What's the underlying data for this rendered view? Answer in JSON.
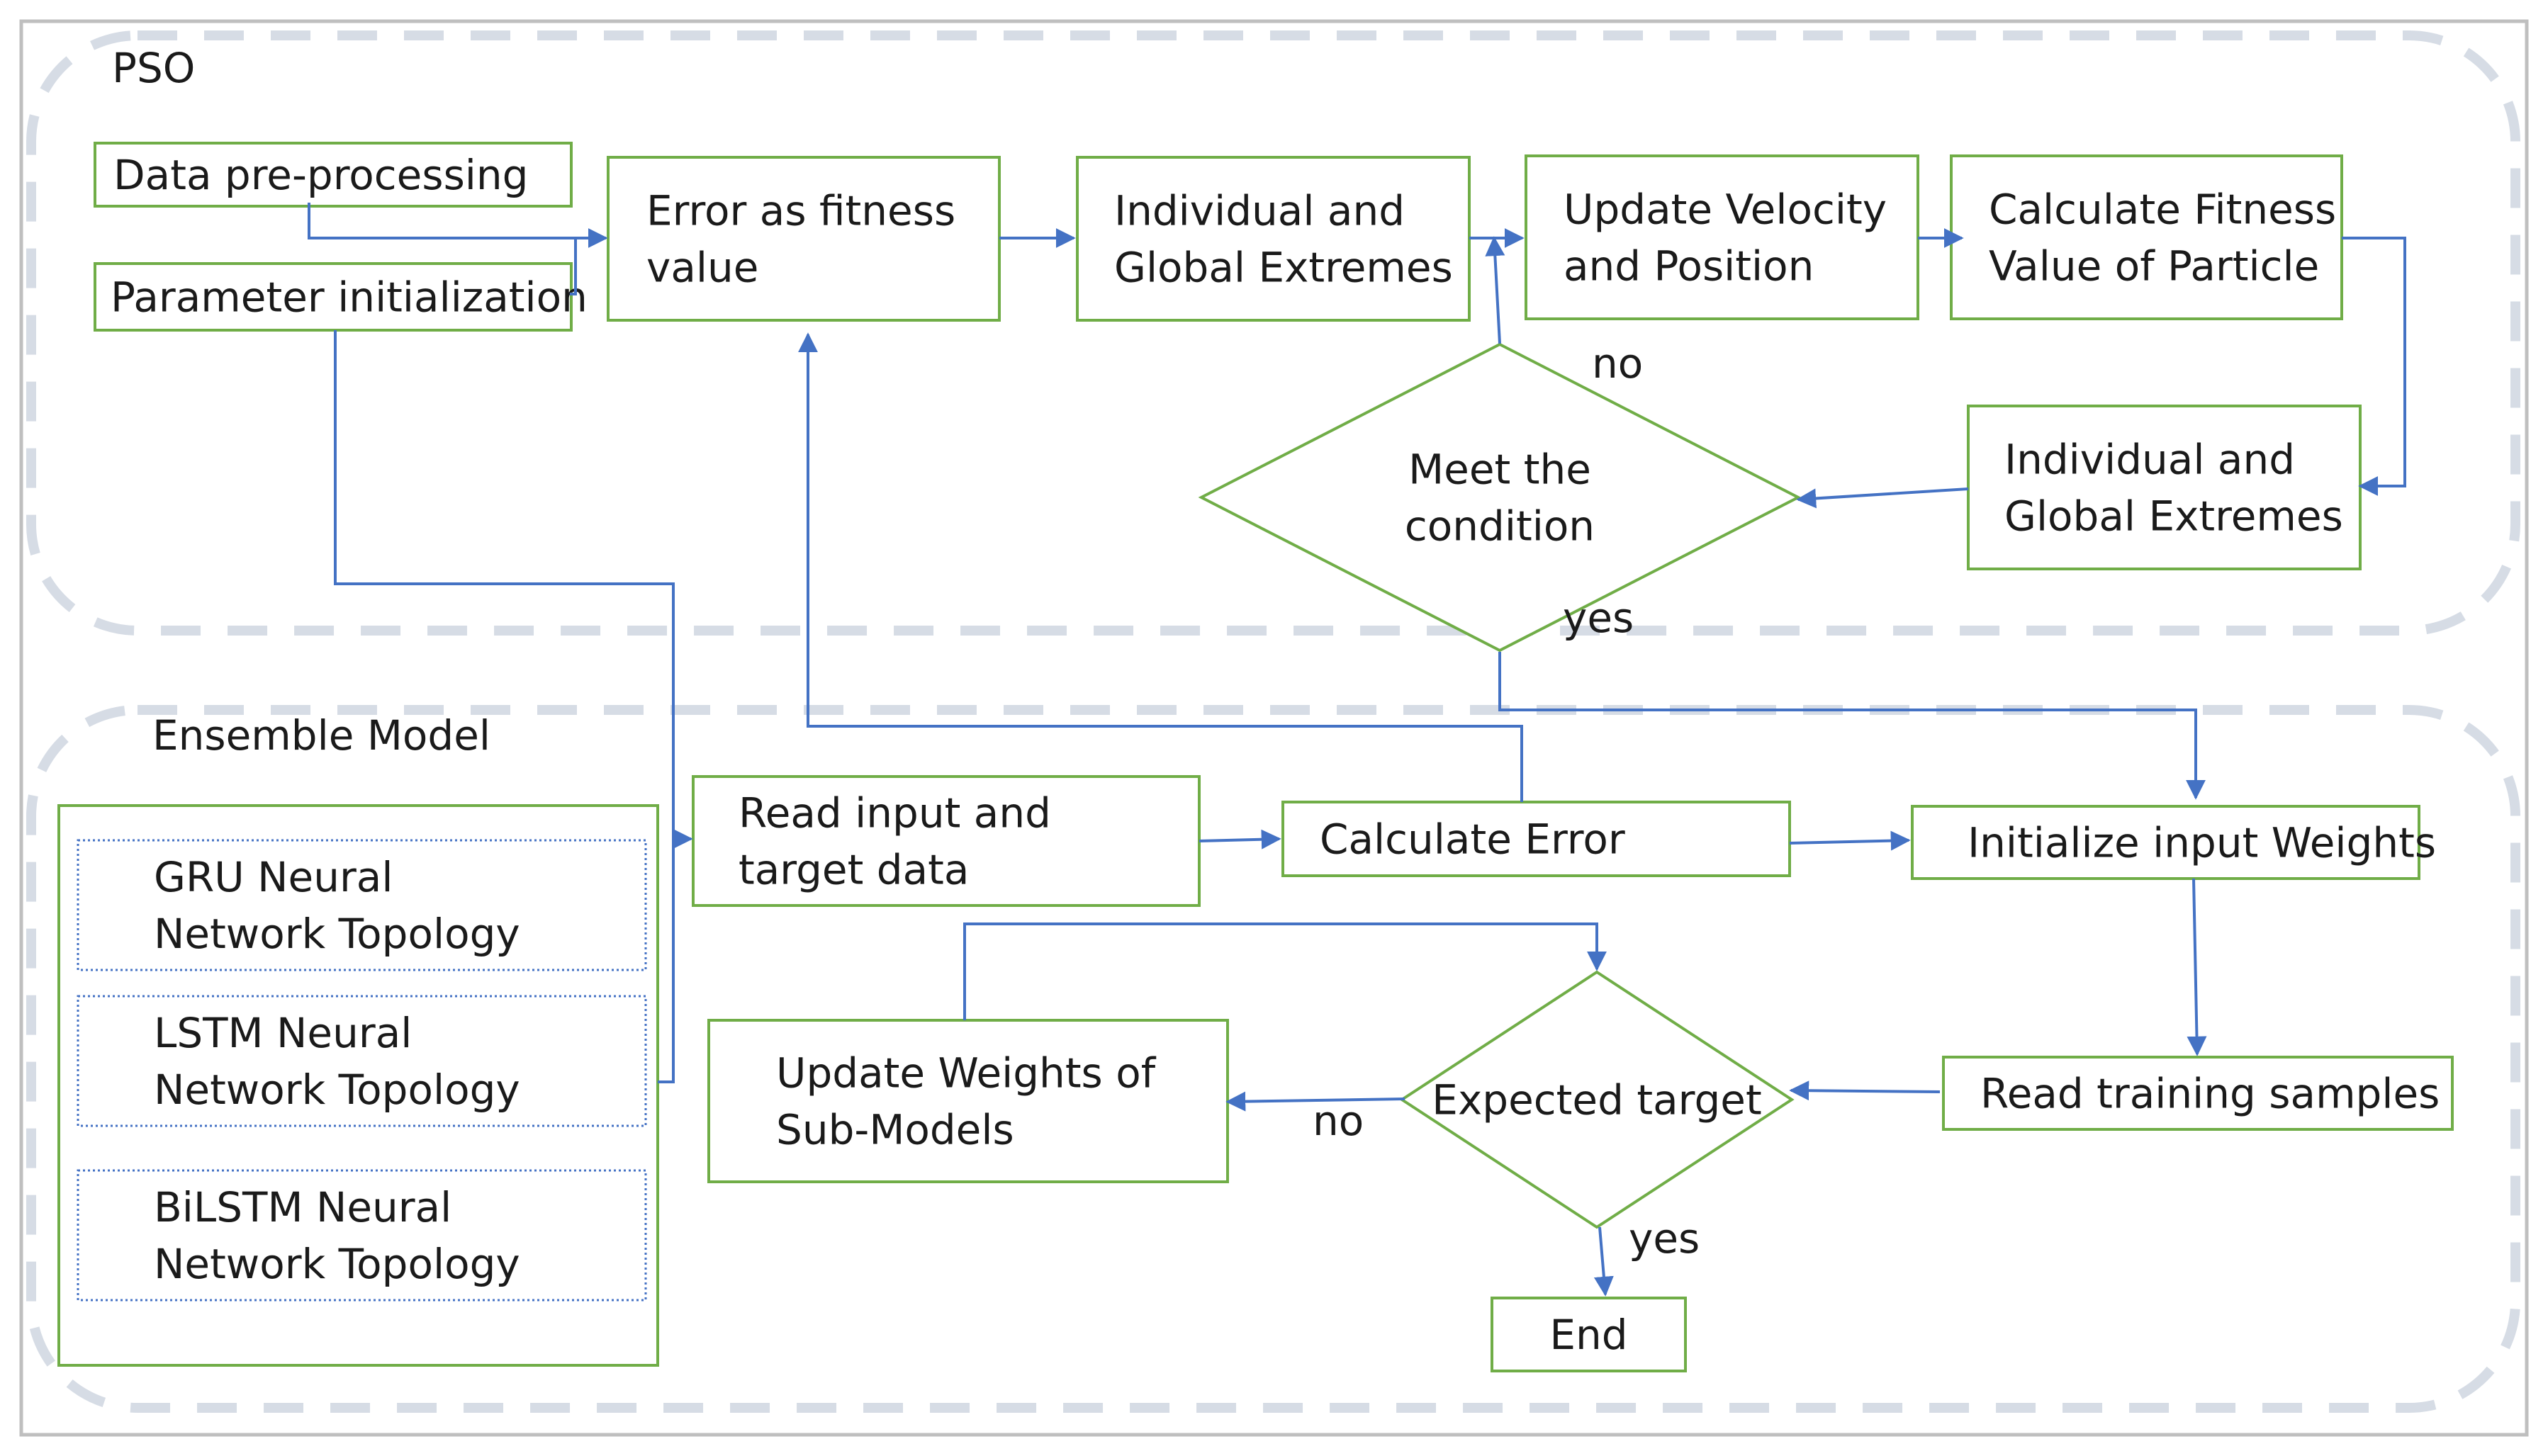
{
  "colors": {
    "box_stroke": "#70ad47",
    "arrow": "#4472c4",
    "region_dash": "#d6dce5",
    "frame": "#bfbfbf",
    "text": "#1a1a1a"
  },
  "regions": {
    "pso": {
      "title": "PSO"
    },
    "ensemble": {
      "title": "Ensemble Model"
    }
  },
  "nodes": {
    "data_preprocessing": {
      "lines": [
        "Data pre-processing"
      ]
    },
    "param_init": {
      "lines": [
        "Parameter initialization"
      ]
    },
    "error_fitness": {
      "lines": [
        "Error as fitness",
        "value"
      ]
    },
    "extremes_top": {
      "lines": [
        "Individual and",
        "Global Extremes"
      ]
    },
    "update_velocity": {
      "lines": [
        "Update Velocity",
        "and Position"
      ]
    },
    "calc_fitness": {
      "lines": [
        "Calculate Fitness",
        "Value of Particle"
      ]
    },
    "extremes_right": {
      "lines": [
        "Individual and",
        "Global Extremes"
      ]
    },
    "meet_condition": {
      "lines": [
        "Meet the",
        "condition"
      ]
    },
    "topology_container": {
      "lines": []
    },
    "gru_topology": {
      "lines": [
        "GRU Neural",
        "Network Topology"
      ]
    },
    "lstm_topology": {
      "lines": [
        "LSTM Neural",
        "Network Topology"
      ]
    },
    "bilstm_topology": {
      "lines": [
        "BiLSTM Neural",
        "Network Topology"
      ]
    },
    "read_input": {
      "lines": [
        "Read input and",
        "target data"
      ]
    },
    "calculate_error": {
      "lines": [
        "Calculate Error"
      ]
    },
    "init_weights": {
      "lines": [
        "Initialize input Weights"
      ]
    },
    "read_training": {
      "lines": [
        "Read training samples"
      ]
    },
    "expected_target": {
      "lines": [
        "Expected target"
      ]
    },
    "update_weights": {
      "lines": [
        "Update Weights of",
        "Sub-Models"
      ]
    },
    "end": {
      "lines": [
        "End"
      ]
    }
  },
  "edge_labels": {
    "meet_no": "no",
    "meet_yes": "yes",
    "target_no": "no",
    "target_yes": "yes"
  }
}
